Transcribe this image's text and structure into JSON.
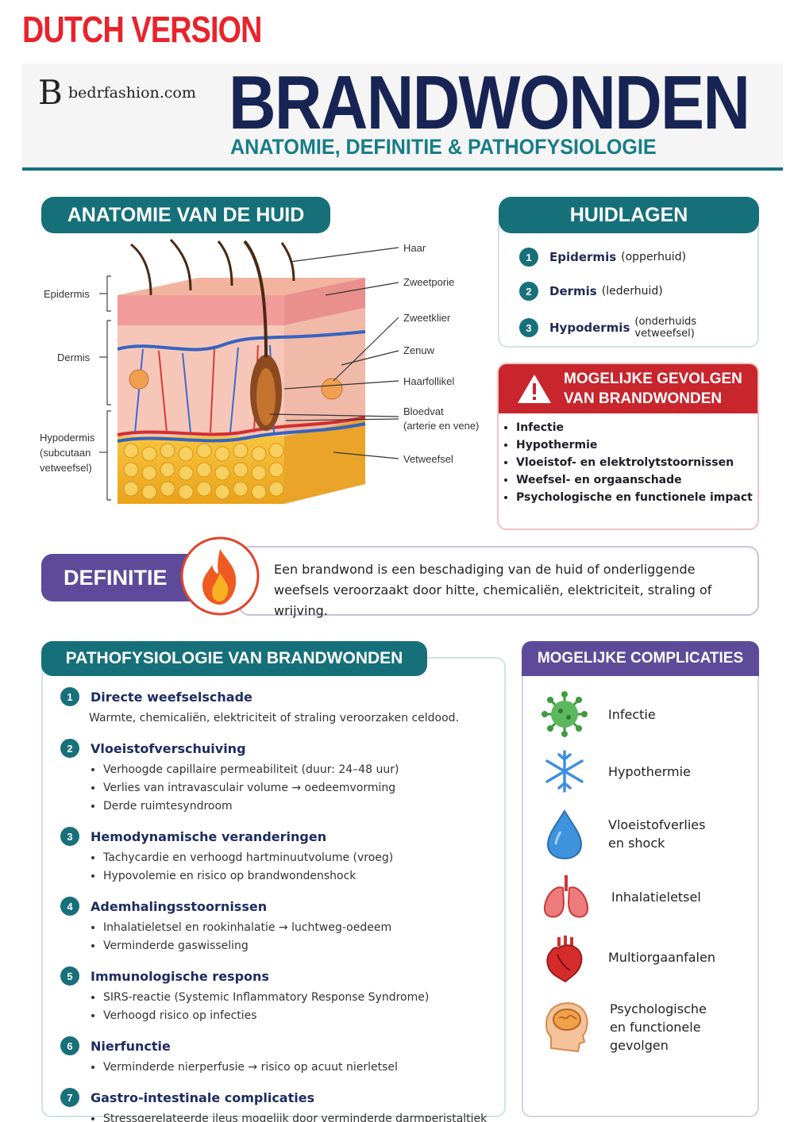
{
  "banner": "DUTCH VERSION",
  "logo": {
    "mark": "B",
    "text": "bedrfashion.com"
  },
  "title": "BRANDWONDEN",
  "subtitle": "ANATOMIE, DEFINITIE & PATHOFYSIOLOGIE",
  "anatomy": {
    "heading": "ANATOMIE VAN DE HUID",
    "left_labels": [
      "Epidermis",
      "Dermis",
      "Hypodermis\n(subcutaan\nvetweefsel)"
    ],
    "right_labels": [
      "Haar",
      "Zweetporie",
      "Zweetklier",
      "Zenuw",
      "Haarfollikel",
      "Bloedvat\n(arterie en vene)",
      "Vetweefsel"
    ]
  },
  "layers": {
    "heading": "HUIDLAGEN",
    "items": [
      {
        "num": "1",
        "name": "Epidermis",
        "note": "(opperhuid)"
      },
      {
        "num": "2",
        "name": "Dermis",
        "note": "(lederhuid)"
      },
      {
        "num": "3",
        "name": "Hypodermis",
        "note": "(onderhuids vetweefsel)"
      }
    ]
  },
  "consequences": {
    "heading": "MOGELIJKE GEVOLGEN\nVAN BRANDWONDEN",
    "items": [
      "Infectie",
      "Hypothermie",
      "Vloeistof- en elektrolytstoornissen",
      "Weefsel- en orgaanschade",
      "Psychologische en functionele impact"
    ]
  },
  "definition": {
    "heading": "DEFINITIE",
    "text": "Een brandwond is een beschadiging van de huid of onderliggende weefsels veroorzaakt door hitte, chemicaliën, elektriciteit, straling of wrijving."
  },
  "patho": {
    "heading": "PATHOFYSIOLOGIE VAN BRANDWONDEN",
    "items": [
      {
        "num": "1",
        "title": "Directe weefselschade",
        "text": "Warmte, chemicaliën, elektriciteit of straling veroorzaken celdood.",
        "bullets": []
      },
      {
        "num": "2",
        "title": "Vloeistofverschuiving",
        "text": "",
        "bullets": [
          "Verhoogde capillaire permeabiliteit (duur: 24–48 uur)",
          "Verlies van intravasculair volume → oedeemvorming",
          "Derde ruimtesyndroom"
        ]
      },
      {
        "num": "3",
        "title": "Hemodynamische veranderingen",
        "text": "",
        "bullets": [
          "Tachycardie en verhoogd hartminuutvolume (vroeg)",
          "Hypovolemie en risico op brandwondenshock"
        ]
      },
      {
        "num": "4",
        "title": "Ademhalingsstoornissen",
        "text": "",
        "bullets": [
          "Inhalatieletsel en rookinhalatie → luchtweg-oedeem",
          "Verminderde gaswisseling"
        ]
      },
      {
        "num": "5",
        "title": "Immunologische respons",
        "text": "",
        "bullets": [
          "SIRS-reactie (Systemic Inflammatory Response Syndrome)",
          "Verhoogd risico op infecties"
        ]
      },
      {
        "num": "6",
        "title": "Nierfunctie",
        "text": "",
        "bullets": [
          "Verminderde nierperfusie → risico op acuut nierletsel"
        ]
      },
      {
        "num": "7",
        "title": "Gastro-intestinale complicaties",
        "text": "",
        "bullets": [
          "Stressgerelateerde ileus mogelijk door verminderde darmperistaltiek"
        ]
      }
    ]
  },
  "complications": {
    "heading": "MOGELIJKE COMPLICATIES",
    "items": [
      {
        "icon": "virus-icon",
        "label": "Infectie"
      },
      {
        "icon": "snowflake-icon",
        "label": "Hypothermie"
      },
      {
        "icon": "droplet-icon",
        "label": "Vloeistofverlies\nen shock"
      },
      {
        "icon": "lungs-icon",
        "label": "Inhalatieletsel"
      },
      {
        "icon": "heart-icon",
        "label": "Multiorgaanfalen"
      },
      {
        "icon": "brain-head-icon",
        "label": "Psychologische\nen functionele\ngevolgen"
      }
    ]
  },
  "colors": {
    "teal": "#16707a",
    "navy": "#172454",
    "red": "#c8252d",
    "purple": "#5d4b9a",
    "banner_red": "#e8232b"
  }
}
